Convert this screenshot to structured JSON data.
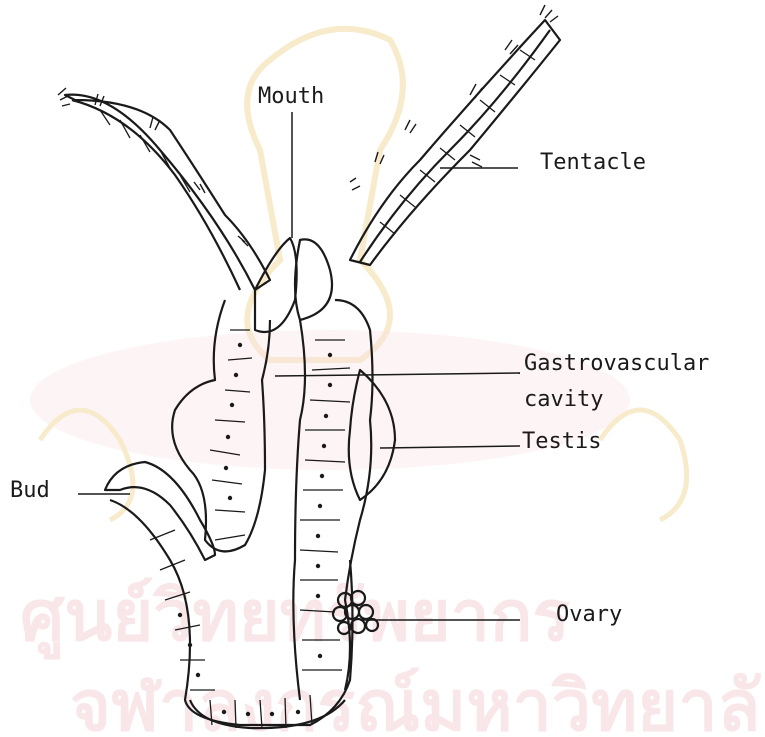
{
  "labels": {
    "mouth": "Mouth",
    "tentacle": "Tentacle",
    "gastro_line1": "Gastrovascular",
    "gastro_line2": "cavity",
    "testis": "Testis",
    "bud": "Bud",
    "ovary": "Ovary"
  },
  "colors": {
    "ink": "#1a1a1a",
    "watermark_gold": "#e8c56a",
    "watermark_pink": "#f1a9b4"
  }
}
